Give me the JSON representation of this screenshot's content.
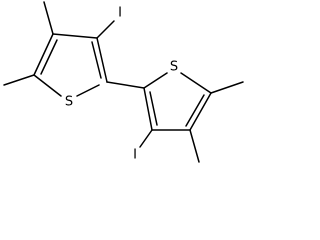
{
  "molecule": {
    "ring_1": {
      "sulfur_label": "S",
      "iodine_label": "I"
    },
    "ring_2": {
      "sulfur_label": "S",
      "iodine_label": "I"
    }
  }
}
